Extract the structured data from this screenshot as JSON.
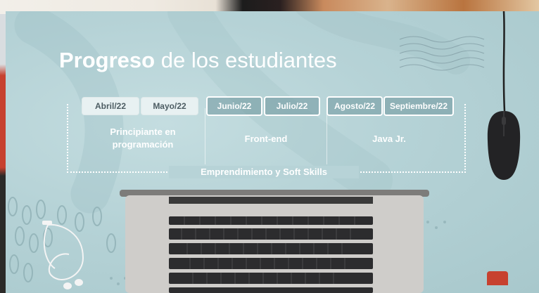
{
  "slide": {
    "title_bold": "Progreso",
    "title_rest": " de los estudiantes",
    "months": [
      "Abril/22",
      "Mayo/22",
      "Junio/22",
      "Julio/22",
      "Agosto/22",
      "Septiembre/22"
    ],
    "stage1": "Principiante en programación",
    "stage2": "Front-end",
    "stage3": "Java Jr.",
    "bottom_label": "Emprendimiento y Soft Skills"
  },
  "colors": {
    "background": "#b5d2d6",
    "text": "#ffffff",
    "pill_light": "#e8f1f2",
    "accent_red": "#c7412f"
  },
  "icons": [
    "laptop-icon",
    "mouse-icon",
    "earphones-icon"
  ]
}
